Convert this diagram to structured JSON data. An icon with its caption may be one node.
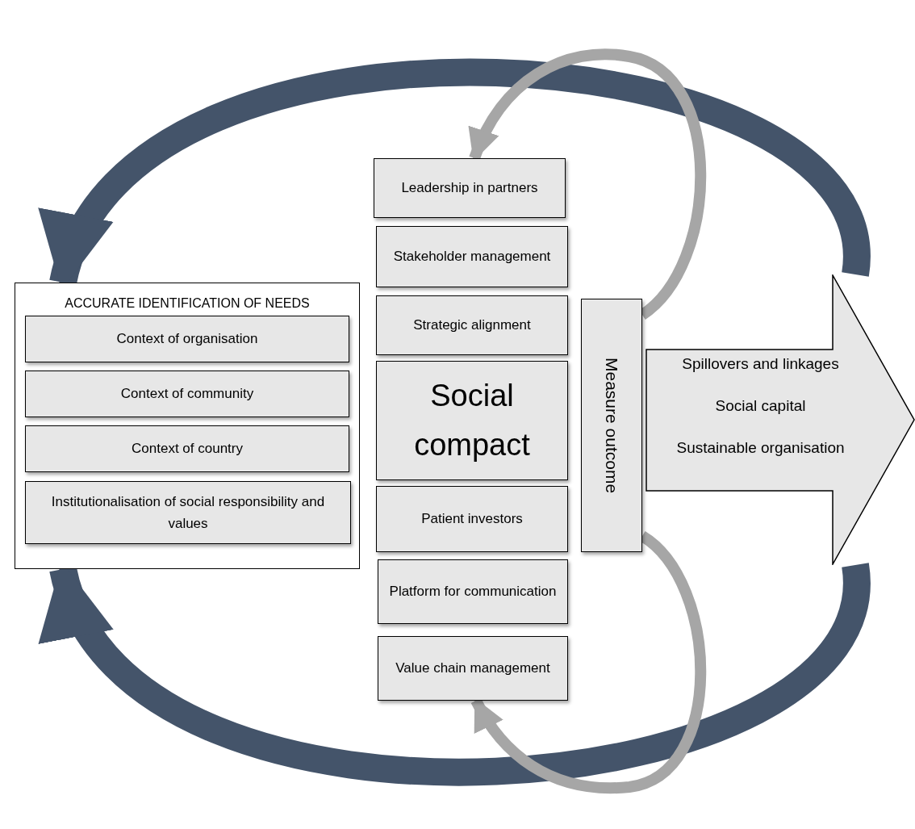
{
  "diagram": {
    "nodes": [
      {
        "text": [
          "ACCURATE IDENTIFICATION OF NEEDS"
        ]
      },
      {
        "text": [
          "Context of organisation"
        ],
        "in": 0
      },
      {
        "text": [
          "Context of community"
        ],
        "in": 0
      },
      {
        "text": [
          "Context of country"
        ],
        "in": 0
      },
      {
        "text": [
          "Institutionalisation of social responsibility and values"
        ],
        "in": 0
      },
      {
        "text": [
          "Leadership in partners"
        ]
      },
      {
        "text": [
          "Stakeholder management"
        ]
      },
      {
        "text": [
          "Strategic alignment"
        ]
      },
      {
        "text": [
          "Social compact"
        ]
      },
      {
        "text": [
          "Patient investors"
        ]
      },
      {
        "text": [
          "Platform for communication"
        ]
      },
      {
        "text": [
          "Value chain management"
        ]
      },
      {
        "text": [
          "Measure outcome"
        ]
      },
      {
        "text": [
          "Spillovers and linkages",
          "Social capital",
          "Sustainable organisation"
        ]
      }
    ],
    "edges": [
      {
        "from": 13,
        "to": 0,
        "arrow": "to",
        "style": "thick",
        "color": "#44546a"
      },
      {
        "from": 13,
        "to": 0,
        "arrow": "to",
        "style": "thick",
        "color": "#44546a"
      },
      {
        "from": 12,
        "to": 5,
        "arrow": "to",
        "color": "#a6a6a6"
      },
      {
        "from": 12,
        "to": 11,
        "arrow": "to",
        "color": "#a6a6a6"
      }
    ]
  }
}
